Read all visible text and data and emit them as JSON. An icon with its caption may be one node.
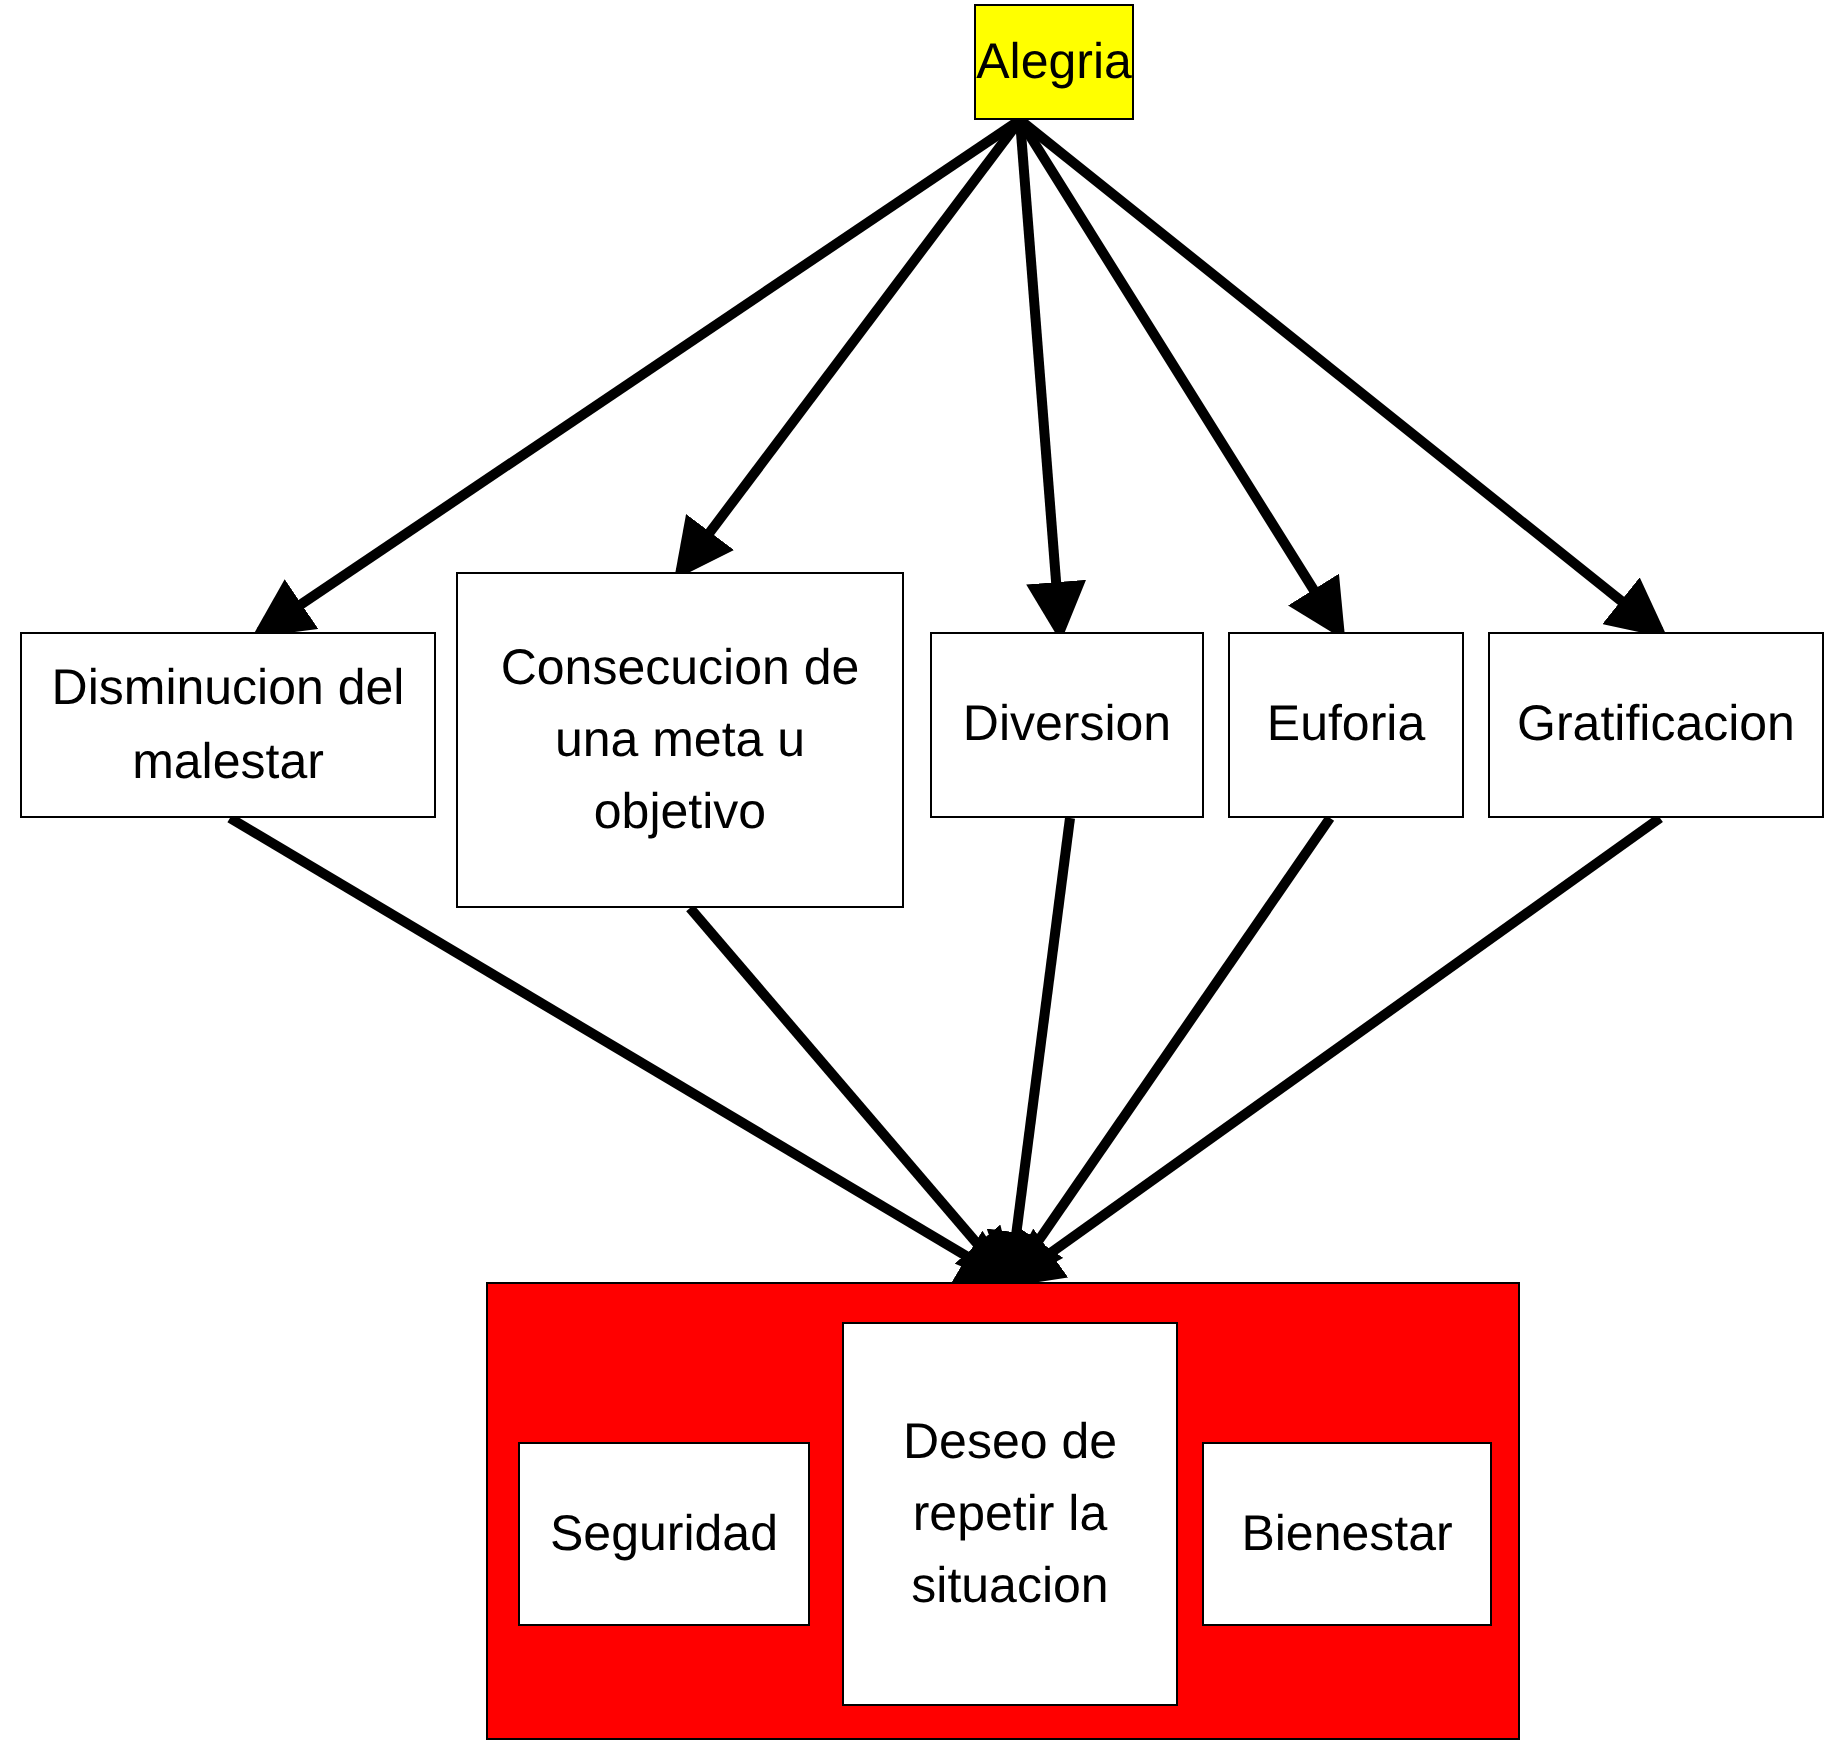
{
  "diagram": {
    "nodes": [
      {
        "text": [
          "Alegria"
        ]
      },
      {
        "text": [
          "Disminucion del malestar"
        ]
      },
      {
        "text": [
          "Consecucion de una meta u objetivo"
        ]
      },
      {
        "text": [
          "Diversion"
        ]
      },
      {
        "text": [
          "Euforia"
        ]
      },
      {
        "text": [
          "Gratificacion"
        ]
      },
      {
        "text": [],
        "shape": "box"
      },
      {
        "text": [
          "Seguridad"
        ],
        "in": 6
      },
      {
        "text": [
          "Deseo de repetir la situacion"
        ],
        "in": 6
      },
      {
        "text": [
          "Bienestar"
        ],
        "in": 6
      }
    ],
    "edges": [
      {
        "from": 0,
        "to": 1,
        "arrow": "to"
      },
      {
        "from": 0,
        "to": 2,
        "arrow": "to"
      },
      {
        "from": 0,
        "to": 3,
        "arrow": "to"
      },
      {
        "from": 0,
        "to": 4,
        "arrow": "to"
      },
      {
        "from": 0,
        "to": 5,
        "arrow": "to"
      },
      {
        "from": 1,
        "to": 6,
        "arrow": "to"
      },
      {
        "from": 2,
        "to": 6,
        "arrow": "to"
      },
      {
        "from": 3,
        "to": 6,
        "arrow": "to"
      },
      {
        "from": 4,
        "to": 6,
        "arrow": "to"
      },
      {
        "from": 5,
        "to": 6,
        "arrow": "to"
      }
    ]
  }
}
